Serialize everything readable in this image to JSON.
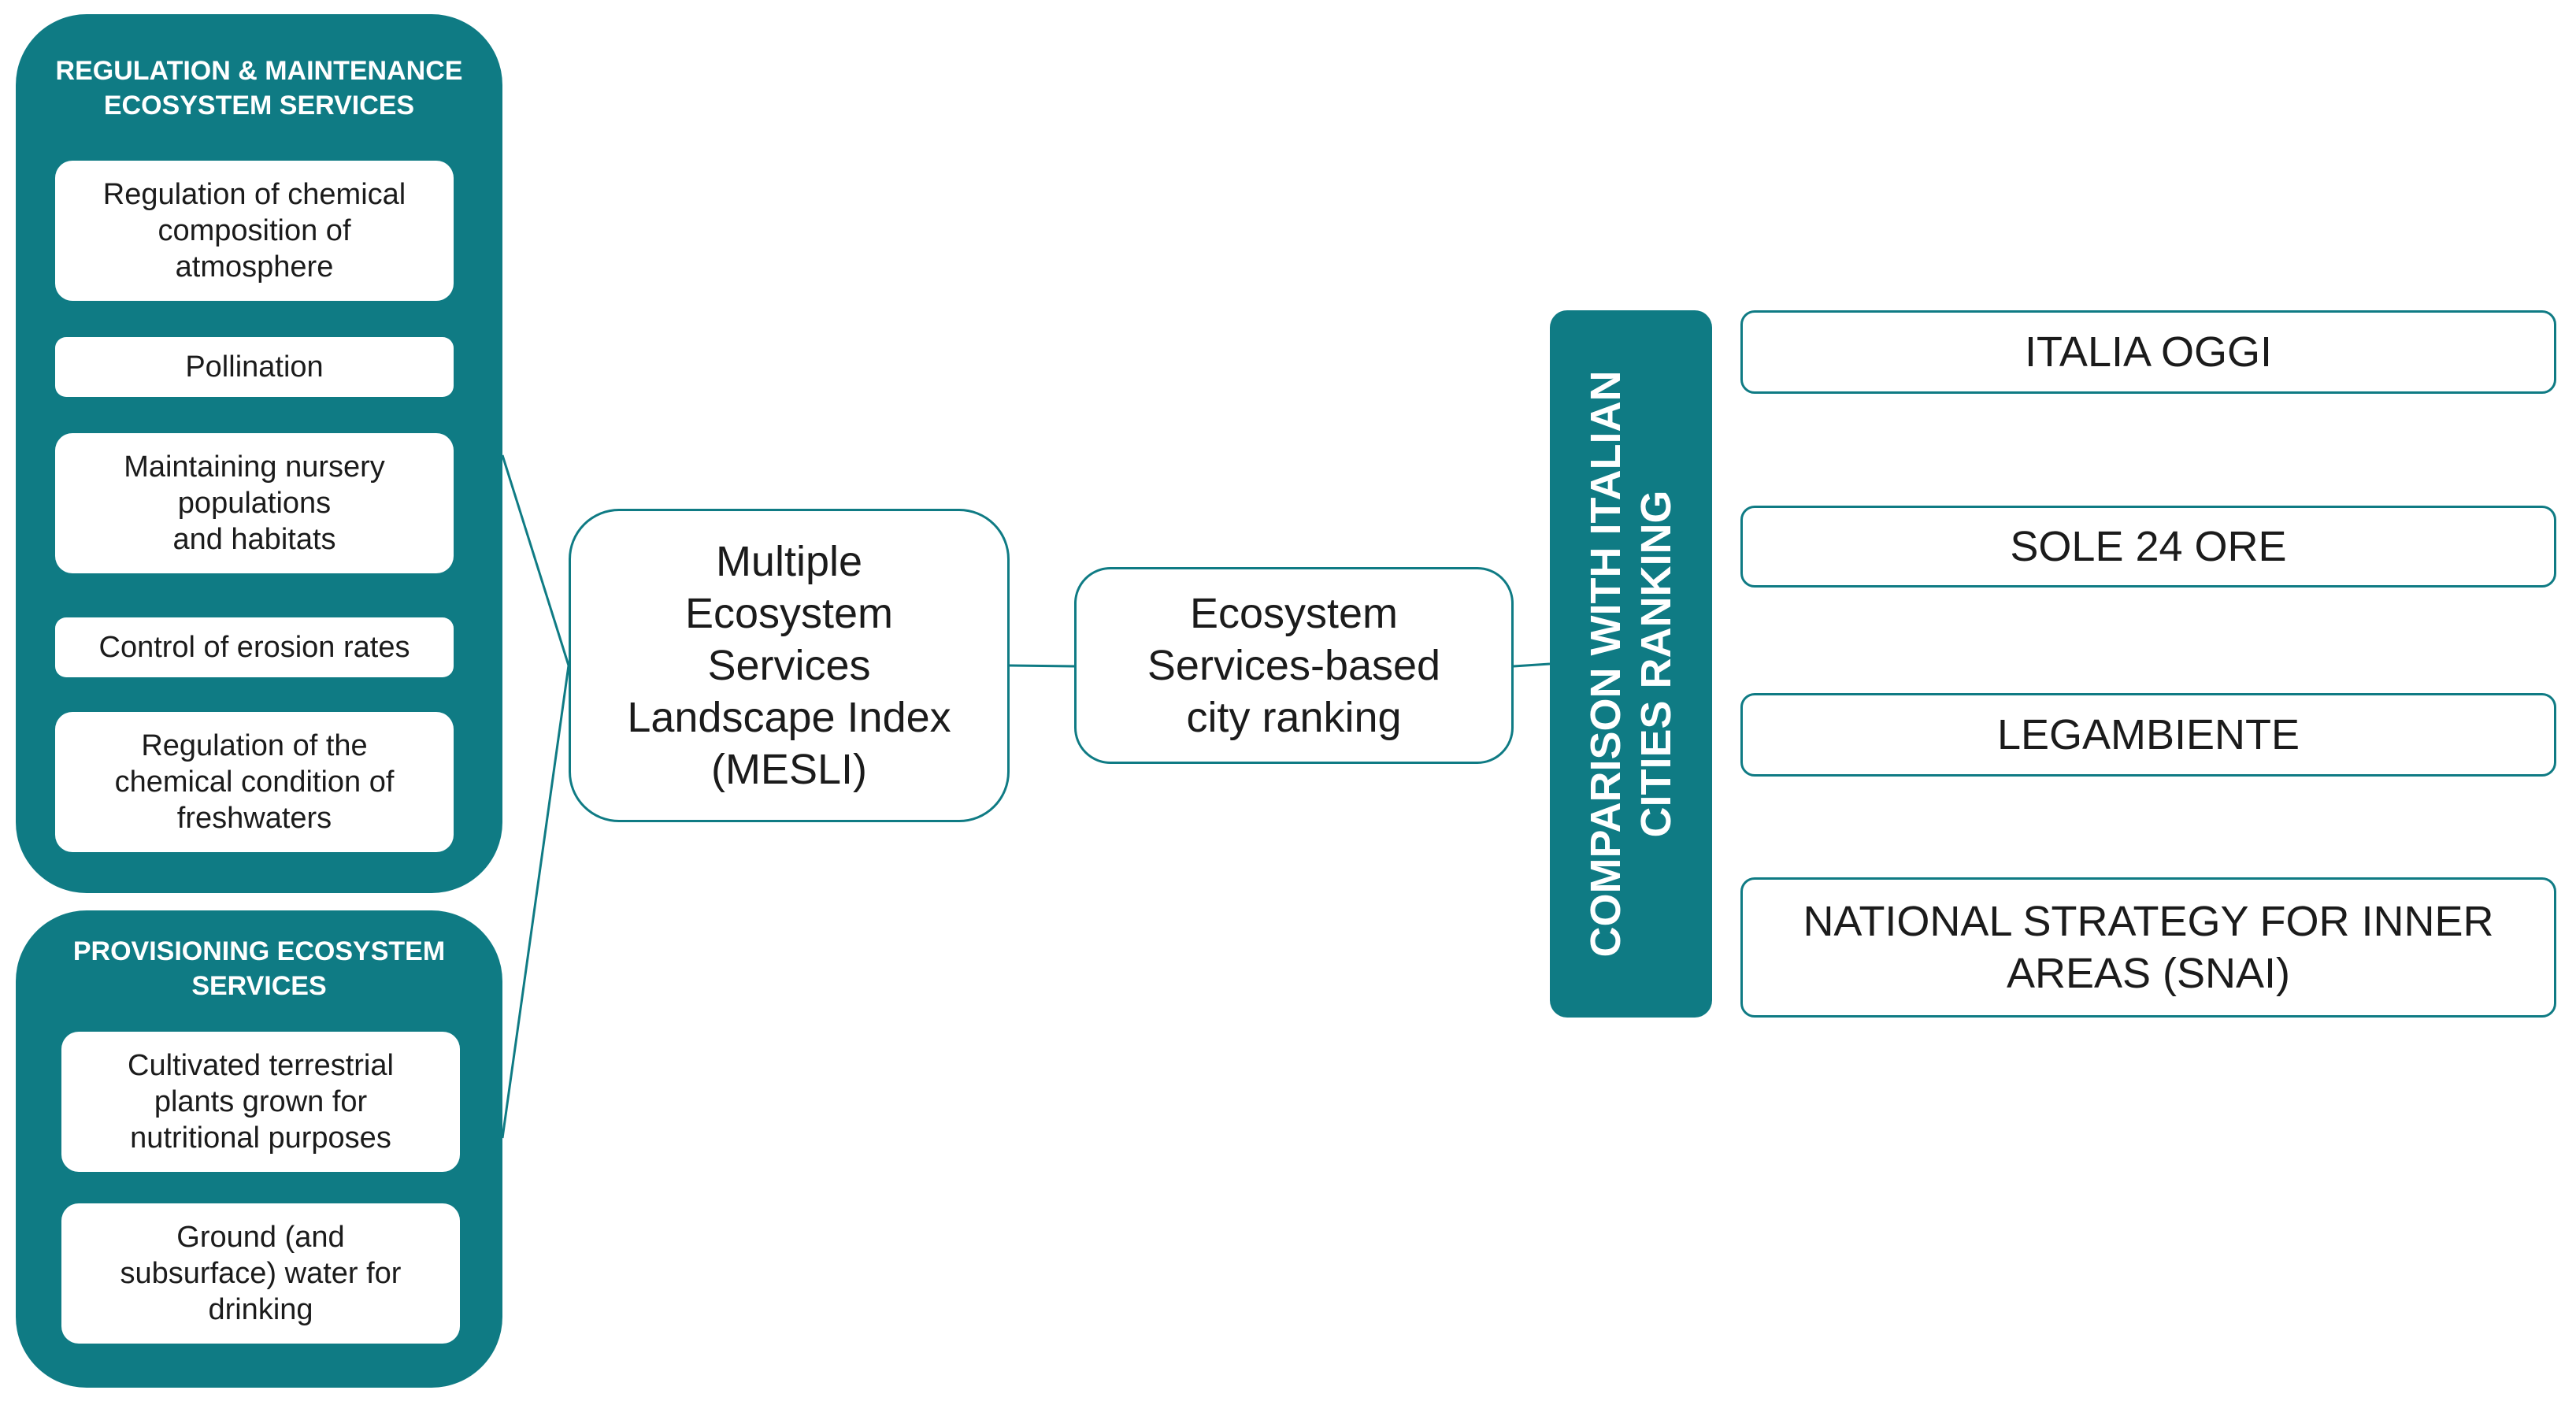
{
  "regulation_group": {
    "title": "REGULATION & MAINTENANCE\nECOSYSTEM SERVICES",
    "items": [
      "Regulation of chemical\ncomposition of\natmosphere",
      "Pollination",
      "Maintaining nursery\npopulations\nand habitats",
      "Control of erosion rates",
      "Regulation of the\nchemical condition of\nfreshwaters"
    ]
  },
  "provisioning_group": {
    "title": "PROVISIONING ECOSYSTEM\nSERVICES",
    "items": [
      "Cultivated terrestrial\nplants grown for\nnutritional purposes",
      "Ground (and\nsubsurface) water for\ndrinking"
    ]
  },
  "mesli": {
    "label": "Multiple\nEcosystem\nServices\nLandscape Index\n(MESLI)"
  },
  "ranking": {
    "label": "Ecosystem\nServices-based\ncity ranking"
  },
  "comparison": {
    "label": "COMPARISON WITH ITALIAN\nCITIES RANKING"
  },
  "rankings": [
    "ITALIA OGGI",
    "SOLE 24 ORE",
    "LEGAMBIENTE",
    "NATIONAL STRATEGY  FOR INNER\nAREAS  (SNAI)"
  ],
  "colors": {
    "accent": "#0f7b84",
    "text": "#1b1b1b",
    "background": "#ffffff"
  }
}
